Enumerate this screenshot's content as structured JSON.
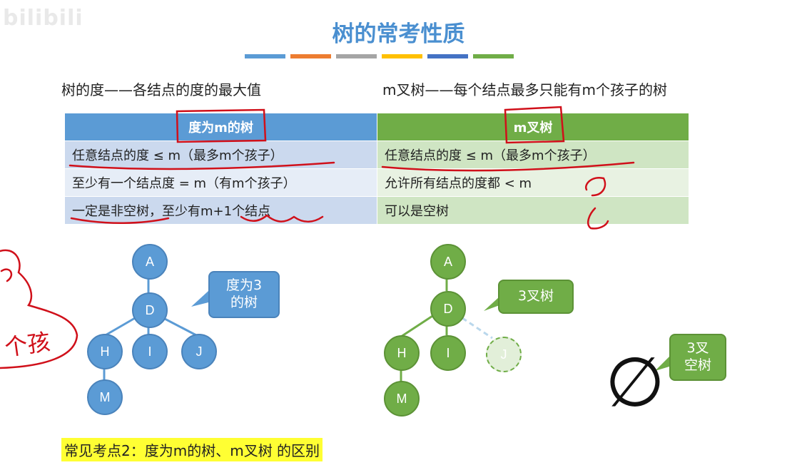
{
  "watermark": "bilibili",
  "title": "树的常考性质",
  "title_bars": [
    "#5b9bd5",
    "#ed7d31",
    "#a5a5a5",
    "#ffc000",
    "#4472c4",
    "#70ad47"
  ],
  "definitions": {
    "degree": "树的度——各结点的度的最大值",
    "m_ary": "m叉树——每个结点最多只能有m个孩子的树"
  },
  "table": {
    "headers": [
      "度为m的树",
      "m叉树"
    ],
    "rows": [
      [
        "任意结点的度 ≤ m（最多m个孩子）",
        "任意结点的度 ≤ m（最多m个孩子）"
      ],
      [
        "至少有一个结点度 = m（有m个孩子）",
        "允许所有结点的度都 < m"
      ],
      [
        "一定是非空树，至少有m+1个结点",
        "可以是空树"
      ]
    ]
  },
  "tree_left": {
    "nodes": [
      "A",
      "D",
      "H",
      "I",
      "J",
      "M"
    ],
    "callout": [
      "度为3",
      "的树"
    ]
  },
  "tree_right": {
    "nodes": [
      "A",
      "D",
      "H",
      "I",
      "J",
      "M"
    ],
    "callout": "3叉树"
  },
  "empty_tree": {
    "symbol": "∅",
    "callout": [
      "3叉",
      "空树"
    ]
  },
  "note": "常见考点2：度为m的树、m叉树 的区别",
  "annotations": {
    "handwritten": "个孩"
  },
  "colors": {
    "blue": "#5b9bd5",
    "green": "#70ad47",
    "title": "#4a8fd0",
    "ink": "#d0101a",
    "highlight": "#ffff33"
  }
}
